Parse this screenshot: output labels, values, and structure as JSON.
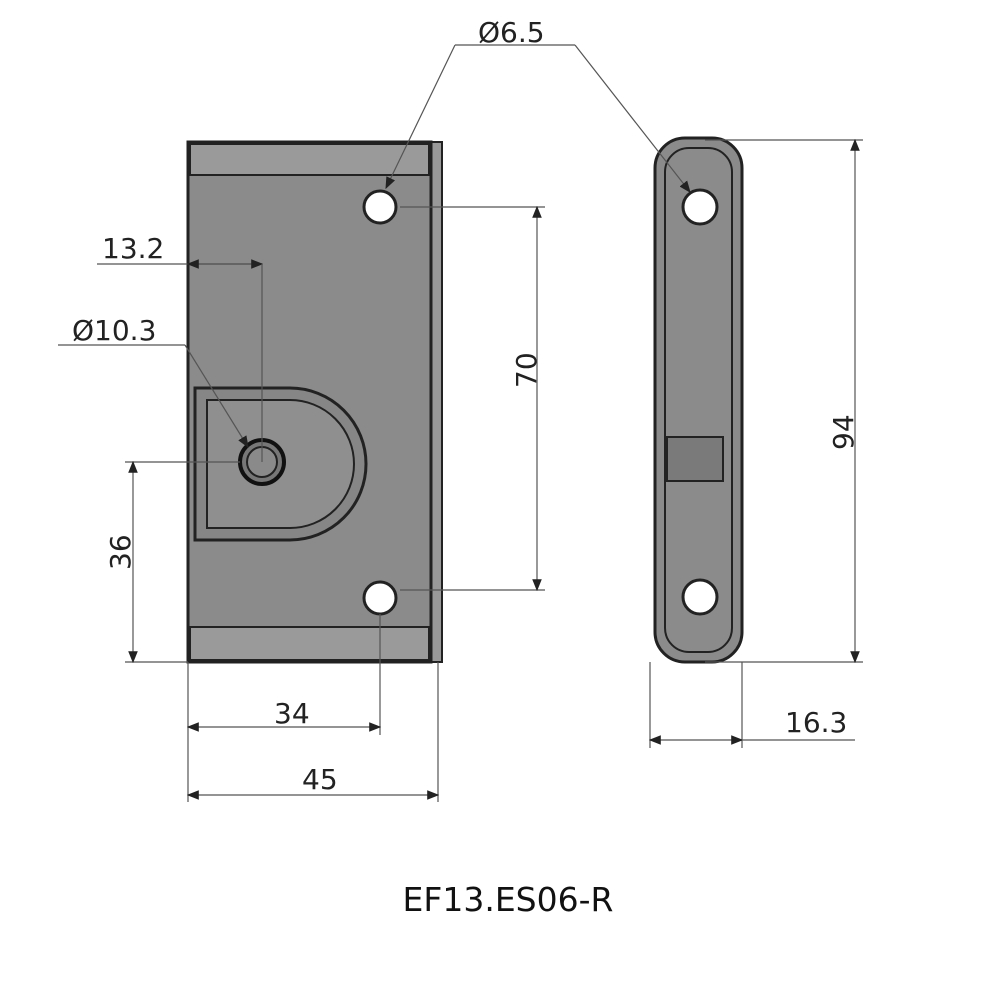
{
  "part_number": "EF13.ES06-R",
  "dimensions": {
    "hole_dia": "Ø6.5",
    "center_hole_dia": "Ø10.3",
    "center_offset_x": "13.2",
    "hole_spacing": "70",
    "center_offset_y": "36",
    "hole_offset_x": "34",
    "width": "45",
    "height": "94",
    "depth": "16.3"
  },
  "colors": {
    "part": "#8b8b8b",
    "outline": "#222222"
  }
}
